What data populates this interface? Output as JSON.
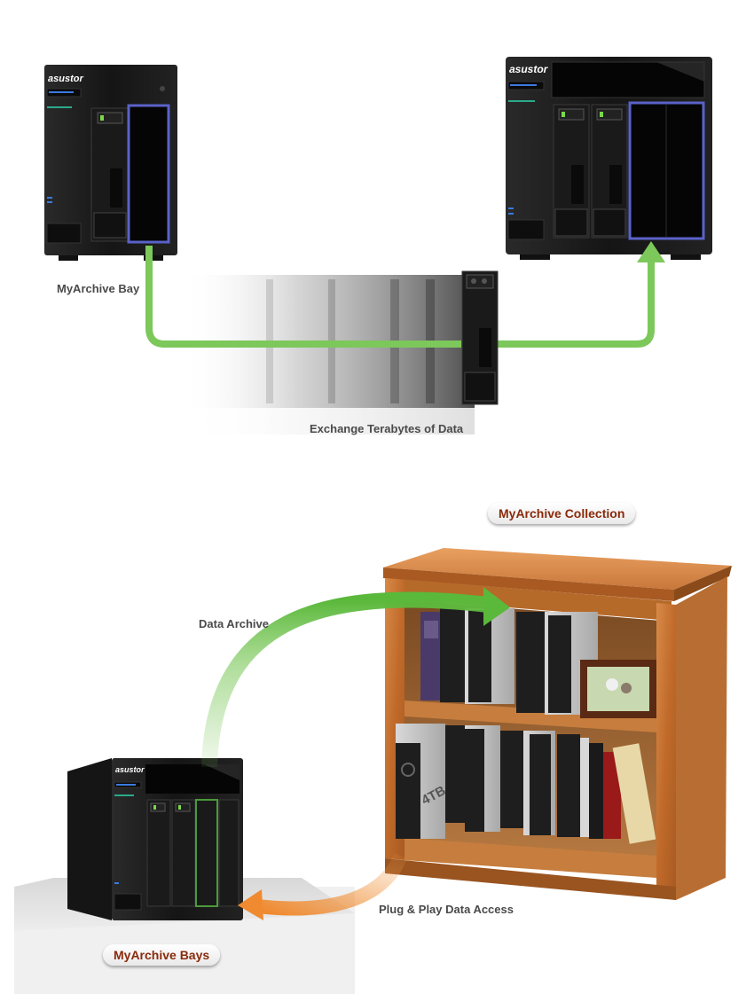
{
  "labels": {
    "myarchive_bay": "MyArchive Bay",
    "exchange": "Exchange Terabytes of Data",
    "myarchive_collection": "MyArchive Collection",
    "data_archive": "Data Archive",
    "plug_play": "Plug & Play Data Access",
    "myarchive_bays": "MyArchive Bays"
  },
  "devices": {
    "brand": "asustor",
    "drive_capacity": "4TB"
  },
  "colors": {
    "green_arrow": "#7cc85a",
    "orange_arrow": "#f0a050",
    "device_body": "#1c1c1c",
    "highlight_blue": "#5a62c8",
    "highlight_green": "#4a9a3a",
    "wood": "#c8793a",
    "pill_text": "#8a2a0a"
  }
}
